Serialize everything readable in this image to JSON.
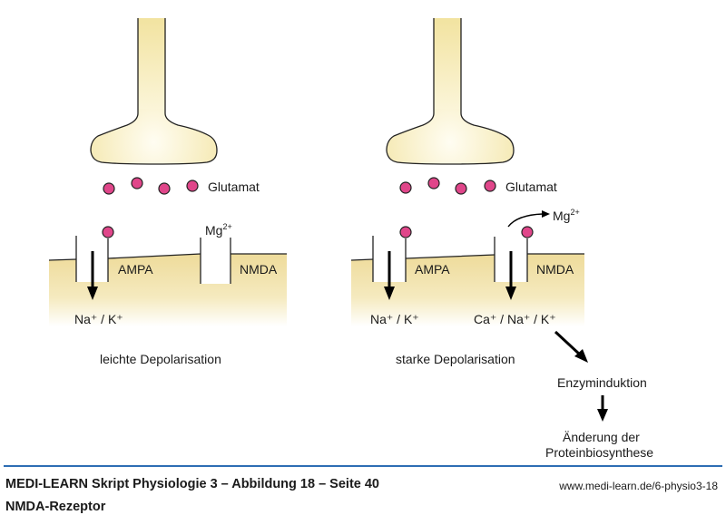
{
  "colors": {
    "terminal_fill": "#f3e6a6",
    "membrane_fill": "#eedb9a",
    "glutamate": "#e0468a",
    "rule": "#2e6db4"
  },
  "left_panel": {
    "glutamate_label": "Glutamat",
    "mg_label": "Mg",
    "mg_sup": "2+",
    "ampa_label": "AMPA",
    "nmda_label": "NMDA",
    "ion_label": "Na⁺ / K⁺",
    "caption": "leichte Depolarisation"
  },
  "right_panel": {
    "glutamate_label": "Glutamat",
    "mg_label": "Mg",
    "mg_sup": "2+",
    "ampa_label": "AMPA",
    "nmda_label": "NMDA",
    "ampa_ion_label": "Na⁺ / K⁺",
    "nmda_ion_label": "Ca⁺ / Na⁺ / K⁺",
    "caption": "starke Depolarisation",
    "step1": "Enzyminduktion",
    "step2_line1": "Änderung der",
    "step2_line2": "Proteinbiosynthese"
  },
  "footer": {
    "title": "MEDI-LEARN Skript Physiologie 3 – Abbildung 18 – Seite 40",
    "subtitle": "NMDA-Rezeptor",
    "url": "www.medi-learn.de/6-physio3-18"
  }
}
